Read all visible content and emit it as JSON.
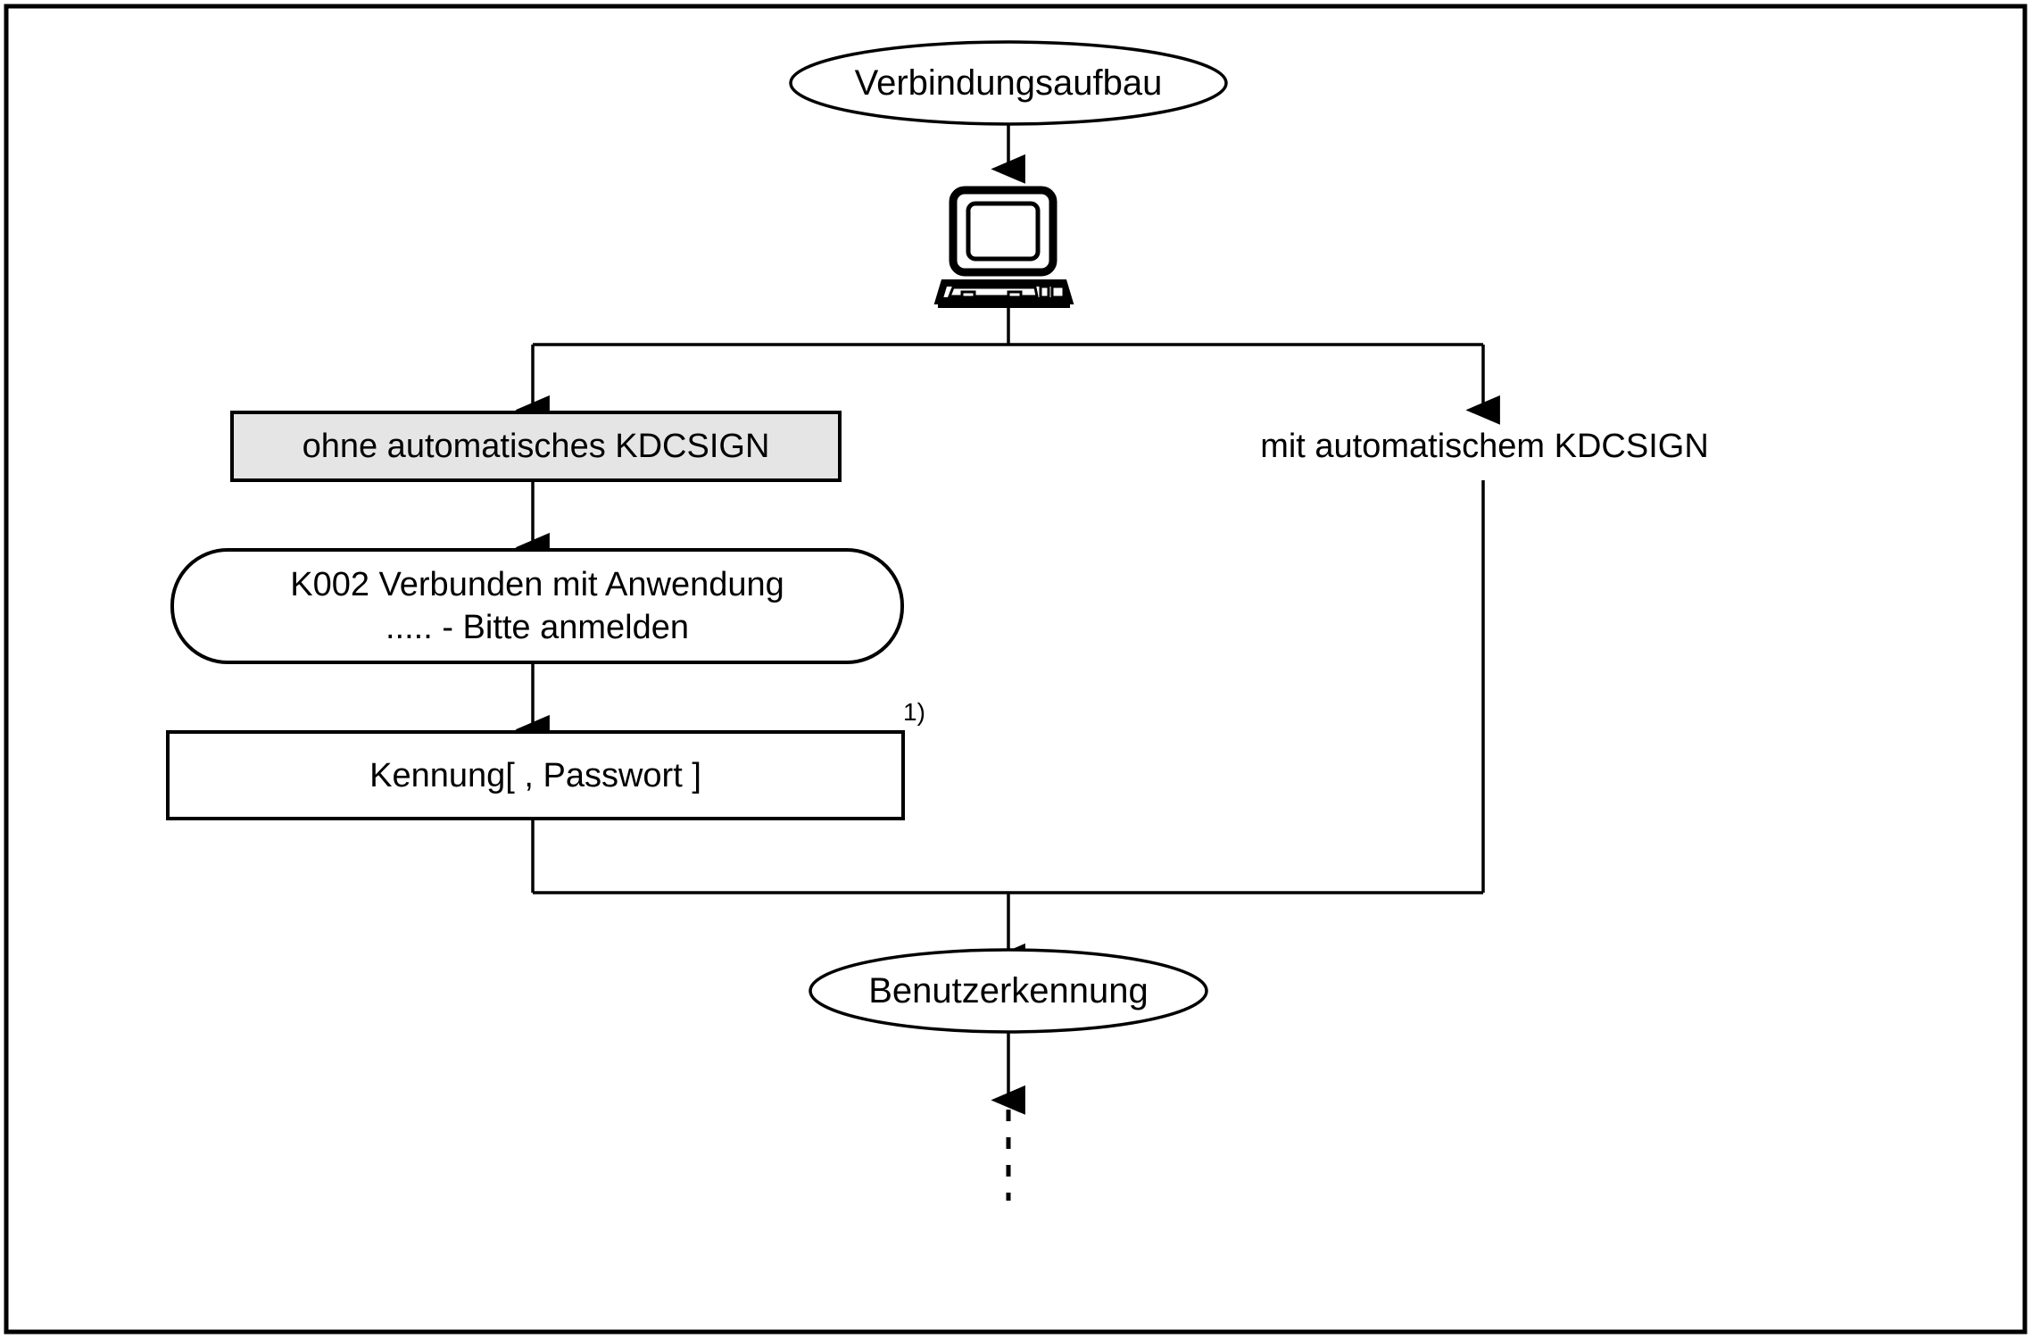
{
  "diagram": {
    "title": "Verbindungsaufbau Ablauf",
    "type": "flowchart",
    "language": "de",
    "colors": {
      "background": "#ffffff",
      "stroke": "#000000",
      "process_fill": "#e5e5e5",
      "plain_fill": "#ffffff"
    },
    "border": {
      "present": true,
      "color": "#000000"
    },
    "nodes": [
      {
        "id": "start",
        "shape": "ellipse",
        "label": "Verbindungsaufbau",
        "fill": "#ffffff"
      },
      {
        "id": "terminal",
        "shape": "computer-icon",
        "label": "",
        "icon": "computer-terminal-icon"
      },
      {
        "id": "branch_ohne",
        "shape": "rectangle",
        "label": "ohne automatisches KDCSIGN",
        "fill": "#e5e5e5"
      },
      {
        "id": "branch_mit",
        "shape": "rectangle",
        "label": "mit automatischem KDCSIGN",
        "fill": "#e5e5e5"
      },
      {
        "id": "k002",
        "shape": "rounded-rectangle",
        "label_line1": "K002 Verbunden mit Anwendung",
        "label_line2": "..... - Bitte anmelden",
        "fill": "#ffffff"
      },
      {
        "id": "kennung",
        "shape": "rectangle",
        "label": "Kennung[ , Passwort ]",
        "fill": "#ffffff",
        "footnote_marker": "1)"
      },
      {
        "id": "end",
        "shape": "ellipse",
        "label": "Benutzerkennung",
        "fill": "#ffffff"
      },
      {
        "id": "continuation",
        "shape": "dashed-line",
        "label": ""
      }
    ]
  }
}
